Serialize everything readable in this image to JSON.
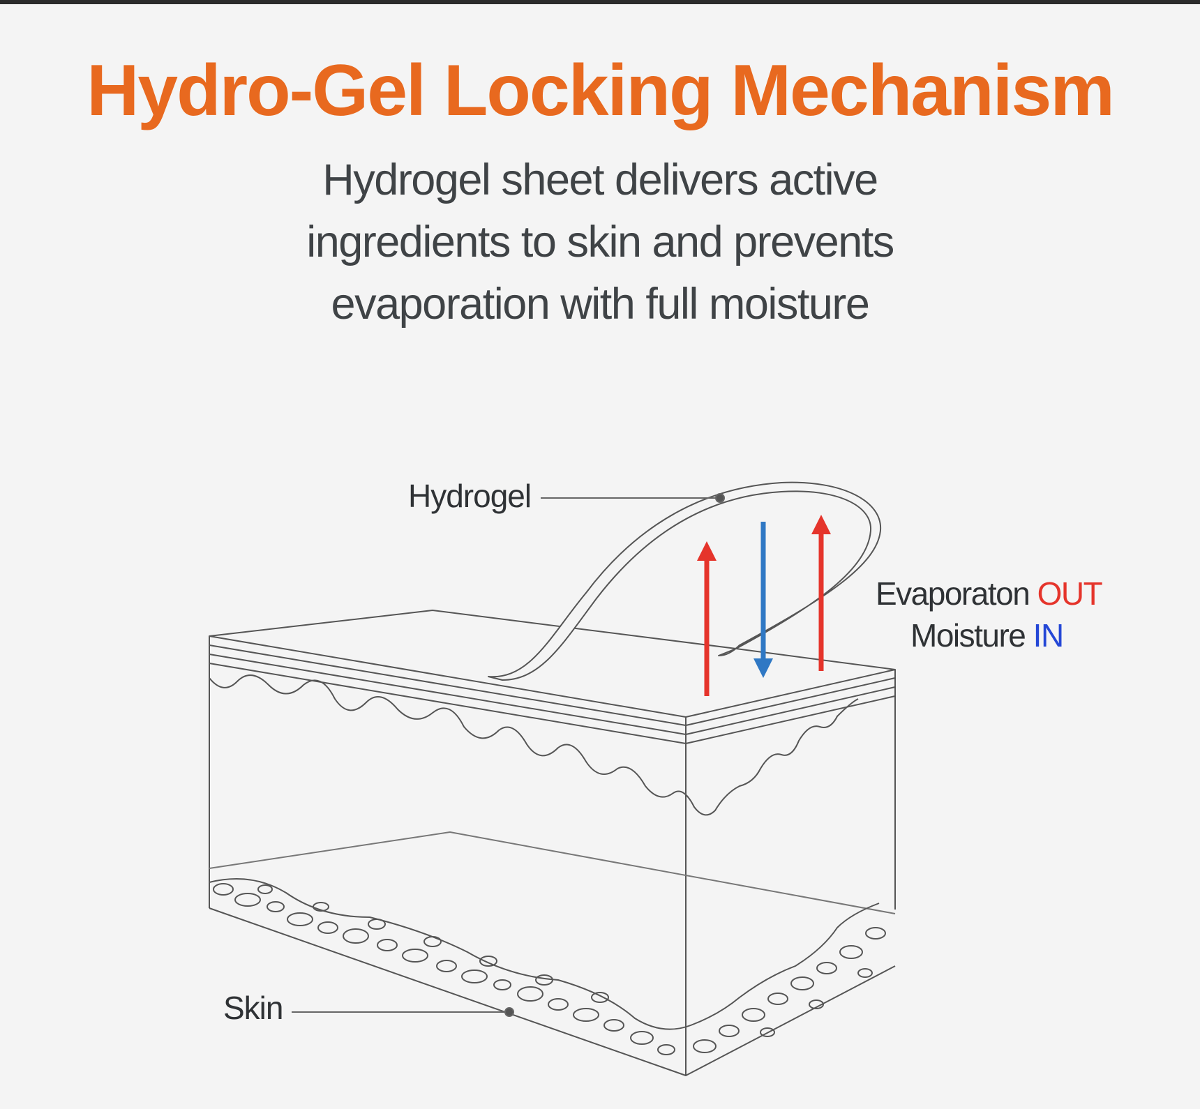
{
  "title": "Hydro-Gel Locking Mechanism",
  "subtitle": {
    "lines": [
      "Hydrogel sheet delivers active",
      "ingredients to skin and prevents",
      "evaporation with full moisture"
    ]
  },
  "labels": {
    "hydrogel": "Hydrogel",
    "skin": "Skin"
  },
  "legend": {
    "evaporation_prefix": "Evaporaton",
    "evaporation_keyword": "OUT",
    "moisture_prefix": "Moisture",
    "moisture_keyword": "IN"
  },
  "colors": {
    "title": "#e8691f",
    "out_arrow": "#e5342b",
    "in_arrow": "#2f78c4",
    "in_text": "#2447d6",
    "line": "#555555"
  }
}
